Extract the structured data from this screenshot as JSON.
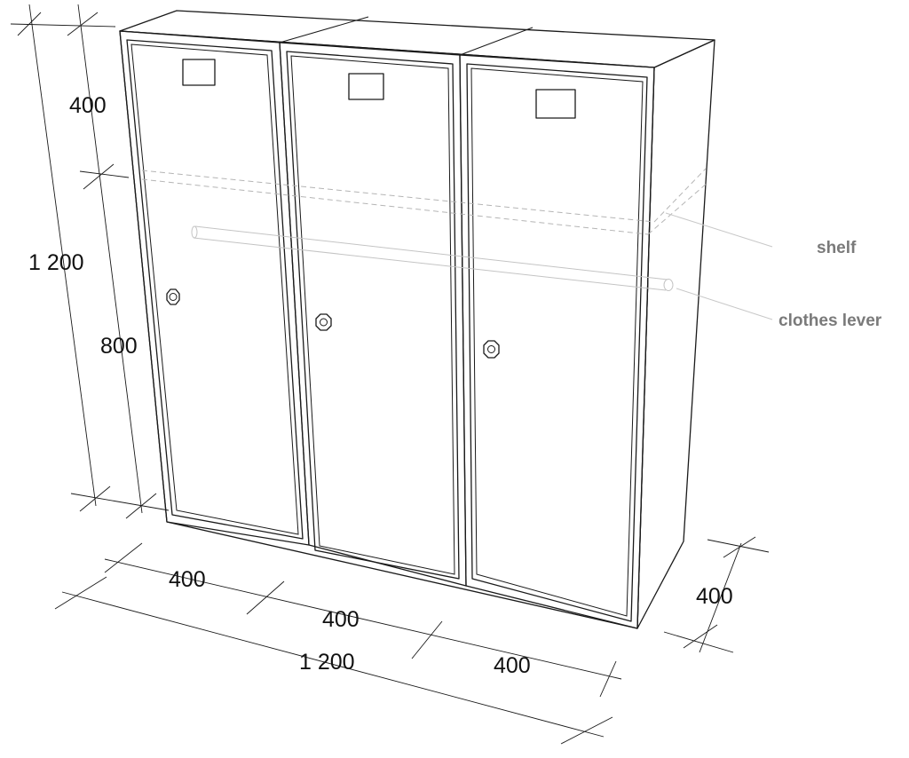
{
  "dimensions": {
    "total_height": "1 200",
    "upper_height": "400",
    "lower_height": "800",
    "locker_width_1": "400",
    "locker_width_2": "400",
    "locker_width_3": "400",
    "total_width": "1 200",
    "depth": "400"
  },
  "labels": {
    "shelf": "shelf",
    "clothes_lever": "clothes lever"
  },
  "lockers": [
    {
      "id": "locker-1"
    },
    {
      "id": "locker-2"
    },
    {
      "id": "locker-3"
    }
  ],
  "colors": {
    "line": "#1a1a1a",
    "hidden_line": "#b5b5b5",
    "label_text": "#7a7a7a"
  }
}
